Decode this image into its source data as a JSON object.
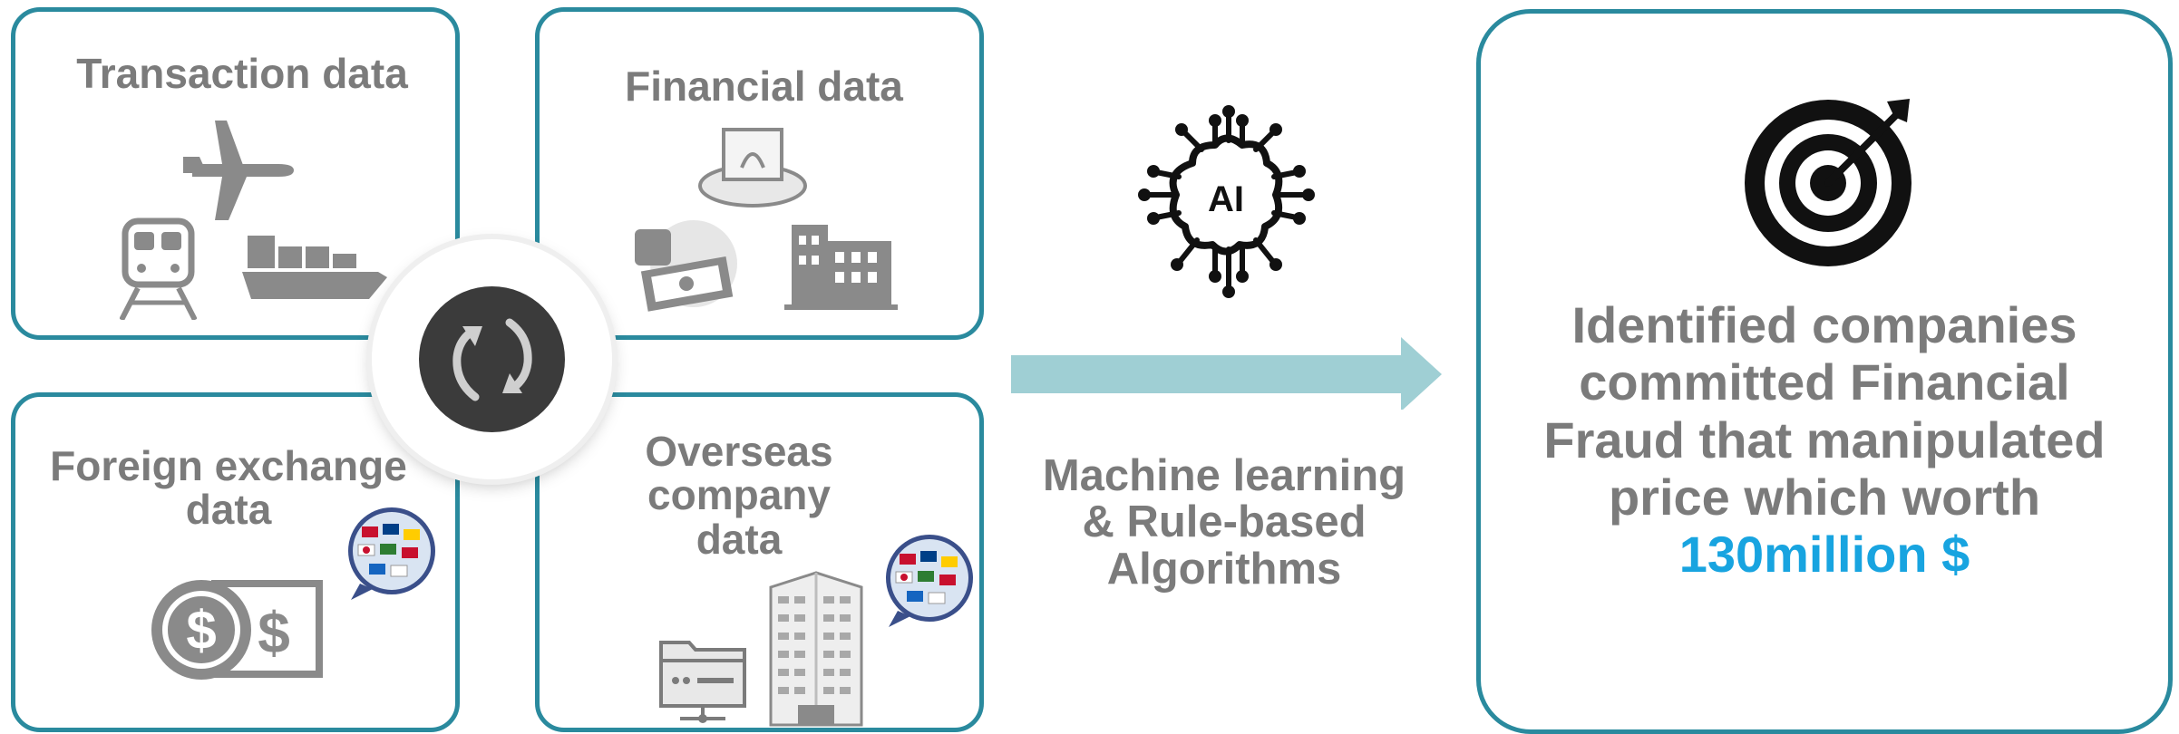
{
  "cards": {
    "transaction": {
      "title": "Transaction data"
    },
    "financial": {
      "title": "Financial data"
    },
    "foreign_exchange": {
      "line1": "Foreign exchange",
      "line2": "data"
    },
    "overseas": {
      "line1": "Overseas",
      "line2": "company",
      "line3": "data"
    }
  },
  "process": {
    "ai_badge": "AI",
    "label_line1": "Machine learning",
    "label_line2": "& Rule-based",
    "label_line3": "Algorithms"
  },
  "result": {
    "line1": "Identified companies",
    "line2": "committed Financial",
    "line3": "Fraud that manipulated",
    "line4": "price which worth",
    "amount": "130million $"
  },
  "colors": {
    "card_border": "#2a8a9e",
    "arrow": "#9fcfd4",
    "label_gray": "#7b7b7b",
    "amount_blue": "#18a4e0",
    "icon_gray": "#8a8a8a"
  }
}
